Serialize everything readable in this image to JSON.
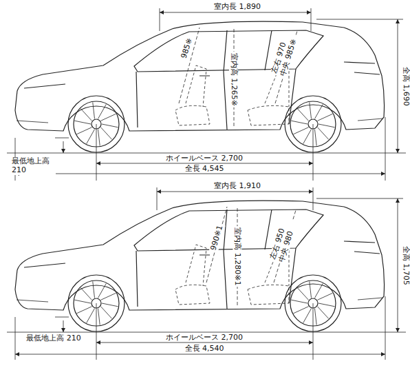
{
  "diagram": {
    "labels": [
      "室内長 1,890",
      "985※",
      "室内高 1,265※",
      "左右 970 中央 985※",
      "全高 1,690",
      "最低地上高 210",
      "ホイールベース 2,700",
      "全長 4,545",
      "室内長 1,910",
      "990※1",
      "室内高 1,280※1",
      "左右 950 中央 980",
      "全高 1,705",
      "最低地上高 210",
      "ホイールベース 2,700",
      "全長 4,540"
    ]
  }
}
